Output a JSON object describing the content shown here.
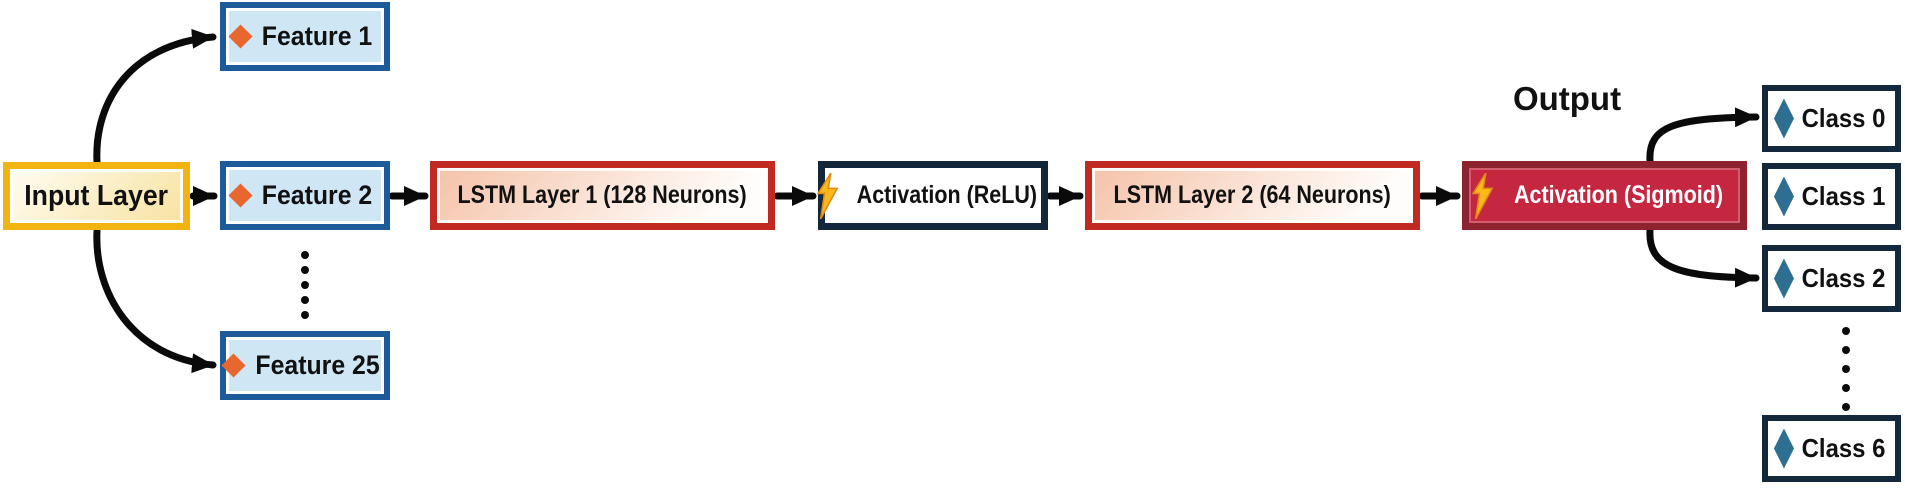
{
  "diagram_type": "lstm-network-architecture-flow",
  "colors": {
    "gold_border": "#f2b411",
    "gold_fill_start": "#fffdf3",
    "gold_fill_end": "#f8e2a0",
    "blue_border": "#1d5a99",
    "blue_fill": "#cfe7f5",
    "orange_diamond": "#e8672f",
    "red_border": "#c02a20",
    "peach_fill_start": "#f5c2a8",
    "peach_fill_end": "#fffdfb",
    "navy_border": "#14283c",
    "crimson_fill": "#c52740",
    "maroon_border": "#8e2330",
    "steel_diamond": "#2e6e91",
    "bolt_yellow": "#fbb81c",
    "bolt_outline": "#e08a12",
    "arrow_black": "#0a0a0a"
  },
  "input_layer": {
    "label": "Input Layer"
  },
  "features": [
    {
      "label": "Feature 1"
    },
    {
      "label": "Feature 2"
    },
    {
      "label": "Feature 25"
    }
  ],
  "pipeline": {
    "lstm1": {
      "label": "LSTM Layer 1 (128 Neurons)"
    },
    "relu": {
      "label": "Activation (ReLU)"
    },
    "lstm2": {
      "label": "LSTM Layer 2 (64 Neurons)"
    },
    "sigmoid": {
      "label": "Activation (Sigmoid)"
    }
  },
  "output": {
    "label": "Output"
  },
  "classes": [
    {
      "label": "Class 0"
    },
    {
      "label": "Class 1"
    },
    {
      "label": "Class 2"
    },
    {
      "label": "Class 6"
    }
  ]
}
